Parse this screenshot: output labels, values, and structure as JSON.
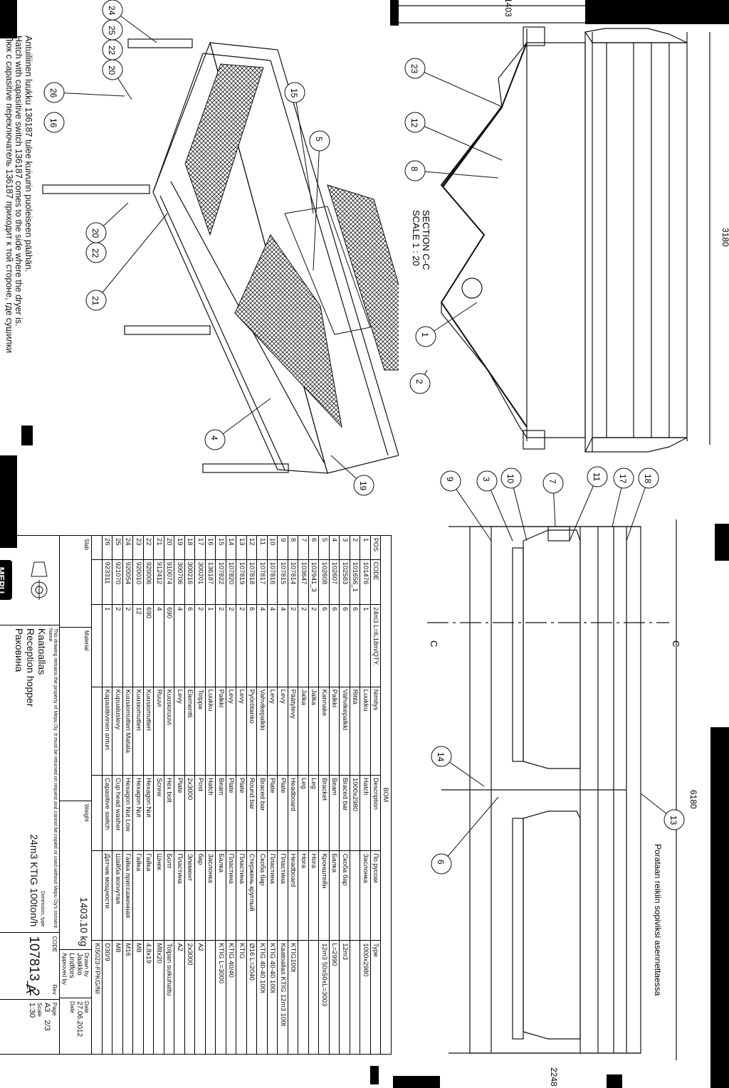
{
  "note": {
    "lines": [
      "Antuiliinen luukku 136187 tulee kuivurin puoleiseen päähän.",
      "Hatch with capasitive switch 136187 comes to the side where the dryer is.",
      "Люк с capasitive переключатель 136187 приходит к той стороне, где сушилки"
    ]
  },
  "iso_view": {
    "balloons": [
      "24",
      "25",
      "22",
      "20",
      "26",
      "16",
      "15",
      "5",
      "20",
      "22",
      "21",
      "4",
      "19"
    ]
  },
  "section_view": {
    "title": "SECTION C-C",
    "scale": "SCALE 1 : 20",
    "dims": {
      "top": "1403",
      "side": "3180"
    },
    "balloons": [
      "23",
      "12",
      "8",
      "1",
      "2"
    ]
  },
  "side_view": {
    "dims": {
      "length": "6180",
      "width": "2248"
    },
    "section_mark": "C",
    "balloons": [
      "9",
      "3",
      "10",
      "7",
      "11",
      "17",
      "18",
      "14",
      "13",
      "6"
    ],
    "drill_note": "Porataan reikiin sopiviksi asennettaessa"
  },
  "bom": {
    "title": "BOM",
    "headers": [
      "POS",
      "CODE",
      "24m3 L=6,18m/QTY.",
      "Nimitys",
      "Description",
      "По русски",
      "Type"
    ],
    "rows": [
      [
        "1",
        "101476",
        "1",
        "Luukku",
        "Hatch",
        "Заслонка",
        "1000x2980"
      ],
      [
        "2",
        "101656_1",
        "6",
        "Ritilä",
        "1000x2980",
        "",
        ""
      ],
      [
        "3",
        "102583",
        "6",
        "Vahvikepalkki",
        "Braced bar",
        "Скоба бар",
        "12m3"
      ],
      [
        "4",
        "102607",
        "6",
        "Palkki",
        "Beam",
        "Балка",
        "L=2990"
      ],
      [
        "5",
        "102608",
        "6",
        "Kannake",
        "Bracket",
        "Кронштейн",
        "12m3 50x50xL=3003"
      ],
      [
        "6",
        "102941_3",
        "2",
        "Jalka",
        "Leg",
        "Нога",
        ""
      ],
      [
        "7",
        "103647",
        "2",
        "Jalka",
        "Leg",
        "Нога",
        ""
      ],
      [
        "8",
        "107814",
        "2",
        "Päätylevy",
        "Headboard",
        "Headboard",
        "KTIG100t"
      ],
      [
        "9",
        "107815",
        "4",
        "Levy",
        "Plate",
        "Пластина",
        "Kaatoallas KTIG 12m3 100t"
      ],
      [
        "10",
        "107816",
        "4",
        "Levy",
        "Plate",
        "Пластина",
        "KTIG 40-40 100t"
      ],
      [
        "11",
        "107817",
        "4",
        "Vahvikepalkki",
        "Braced bar",
        "Скоба бар",
        "KTIG 40-40 100t"
      ],
      [
        "12",
        "107818",
        "6",
        "Pyörötanko",
        "Round bar",
        "Стержень круглый",
        "Ø16 L=2040"
      ],
      [
        "13",
        "107819",
        "2",
        "Levy",
        "Plate",
        "Пластина",
        "KTIG"
      ],
      [
        "14",
        "107820",
        "2",
        "Levy",
        "Plate",
        "Пластина",
        "KTIG 40/40"
      ],
      [
        "15",
        "107822",
        "2",
        "Palkki",
        "Beam",
        "Балка",
        "KTIG L=3000"
      ],
      [
        "16",
        "136187",
        "1",
        "Luukku",
        "Hatch",
        "Заслонка",
        ""
      ],
      [
        "17",
        "300201",
        "2",
        "Tolppa",
        "Post",
        "бар",
        "A2"
      ],
      [
        "18",
        "300216",
        "6",
        "Elementti",
        "2x3000",
        "Элемент",
        "2x3000"
      ],
      [
        "19",
        "300706",
        "4",
        "Levy",
        "Plate",
        "Пластина",
        "A2"
      ],
      [
        "20",
        "910074",
        "690",
        "Kuusioruuvi",
        "Hex bolt",
        "Болт",
        "Tolpan sulkuhattu"
      ],
      [
        "21",
        "912412",
        "4",
        "Ruuvi",
        "Screw",
        "Шнек",
        "M8x20"
      ],
      [
        "22",
        "920006",
        "690",
        "Kuusiomutteri",
        "Hexagon Nut",
        "Гайка",
        "4,8x19"
      ],
      [
        "23",
        "920010",
        "12",
        "Kuusiomutteri",
        "Hexagon Nut",
        "Гайка",
        "M8"
      ],
      [
        "24",
        "920054",
        "2",
        "Kuusiomutteri Matala",
        "Hexagon Nut Low",
        "Гайка приссаженная",
        "M16"
      ],
      [
        "25",
        "921070",
        "2",
        "Kupualuslevy",
        "Cup head washer",
        "Шайба вогнутая",
        "M8"
      ],
      [
        "26",
        "923311",
        "1",
        "Kapasitiivinen anturi",
        "Capasitive switch",
        "Датчик мощности",
        "D30/9"
      ],
      [
        "",
        "",
        "",
        "",
        "",
        "",
        "KI5023-FPKG/NI"
      ]
    ]
  },
  "title_block": {
    "slab_label": "Slab",
    "material_label": "Material",
    "weight_label": "Weight",
    "weight": "1403.10 kg",
    "copyright": "This drawing remains the property of Mepu Oy. It must be returned on request and cannot be copied or used without Mepu Oy's consent.",
    "name_label": "Name",
    "name_fi": "Kaatoallas",
    "name_en": "Reception hopper",
    "name_ru": "Раковина",
    "dimension_label": "Dimension, type",
    "dimension": "24m3 KTIG 100ton/h",
    "drawn_by_label": "Drawn by",
    "drawn_by": "Jaakko Lindfors",
    "approved_label": "Approved by",
    "date_label": "Date",
    "date": "27.06.2012",
    "code_label": "CODE",
    "code": "107813_2",
    "rev_label": "Rev",
    "rev": "A",
    "page_label": "Page",
    "size": "A3",
    "page": "2/3",
    "scale_label": "Scale",
    "scale": "1:30",
    "logo": "MEPU"
  }
}
